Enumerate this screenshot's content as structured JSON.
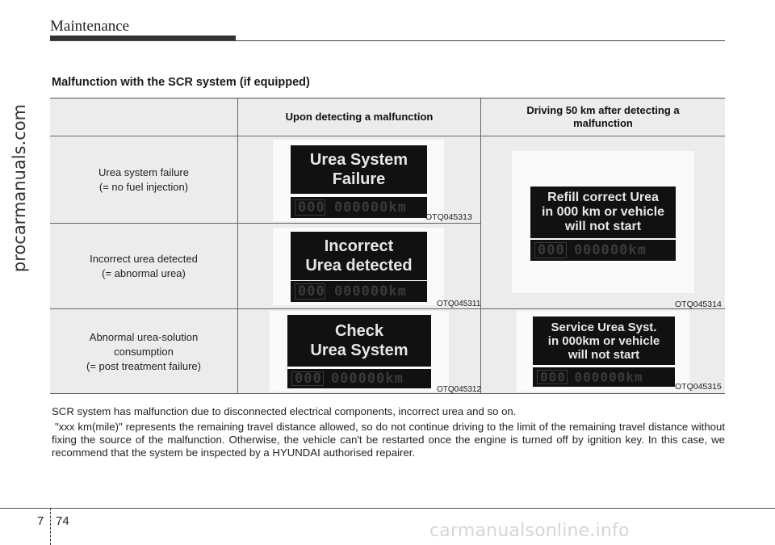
{
  "header": {
    "section_title": "Maintenance"
  },
  "side_watermark": "procarmanuals.com",
  "heading": "Malfunction with the SCR system (if equipped)",
  "table": {
    "col_headers": [
      "",
      "Upon detecting a malfunction",
      "Driving 50 km after detecting a malfunction"
    ],
    "rows": [
      {
        "label": "Urea system failure\n(= no fuel injection)",
        "display_text": "Urea System\nFailure",
        "odometer": "000 000000km",
        "code": "OTQ045313"
      },
      {
        "label": "Incorrect urea detected\n(= abnormal urea)",
        "display_text": "Incorrect\nUrea detected",
        "odometer": "000 000000km",
        "code": "OTQ045311"
      },
      {
        "label": "Abnormal urea-solution\nconsumption\n(= post treatment failure)",
        "display_text": "Check\nUrea System",
        "odometer": "000 000000km",
        "code": "OTQ045312"
      }
    ],
    "after50": [
      {
        "display_text": "Refill correct Urea\nin 000 km or vehicle\nwill not start",
        "odometer": "000 000000km",
        "code": "OTQ045314"
      },
      {
        "display_text": "Service Urea Syst.\nin 000km or vehicle\nwill not start",
        "odometer": "000 000000km",
        "code": "OTQ045315"
      }
    ]
  },
  "paragraphs": [
    "SCR system has malfunction due to disconnected electrical components, incorrect urea and so on.",
    "\"xxx km(mile)\" represents the remaining travel distance allowed, so do not continue driving to the limit of the remaining travel distance without fixing the source of the malfunction. Otherwise, the vehicle can't be restarted once the engine is turned off by ignition key. In this case, we recommend that the system be inspected by a HYUNDAI authorised repairer."
  ],
  "footer": {
    "chapter": "7",
    "page": "74",
    "watermark": "carmanualsonline.info"
  },
  "colors": {
    "table_bg": "#ececec",
    "lcd_bg": "#111111",
    "lcd_text": "#e6e6e6",
    "rule": "#333333"
  }
}
